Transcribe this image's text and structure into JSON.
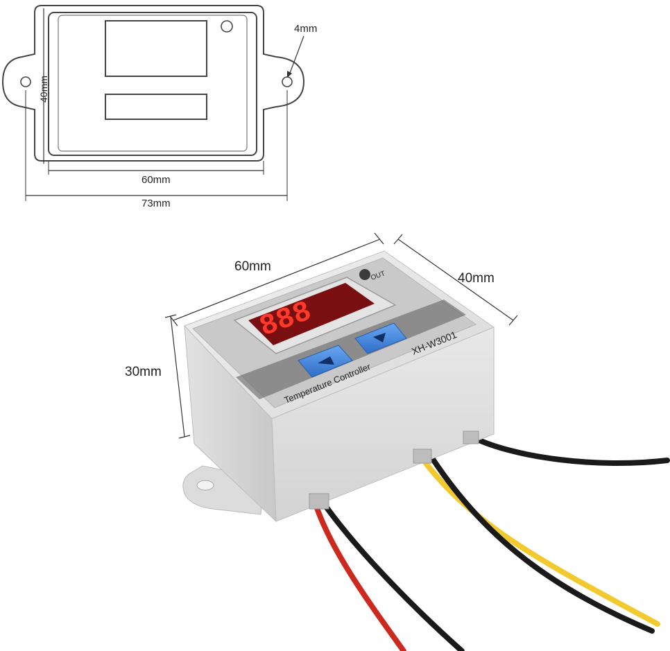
{
  "drawing": {
    "dim_hole": "4mm",
    "dim_height": "40mm",
    "dim_inner_width": "60mm",
    "dim_outer_width": "73mm"
  },
  "photo": {
    "dim_length": "60mm",
    "dim_depth": "40mm",
    "dim_height": "30mm",
    "display_value": "888",
    "model_label": "XH-W3001",
    "panel_label": "Temperature Controller",
    "indicator_label": "OUT",
    "up_button_icon": "triangle-up-icon",
    "down_button_icon": "triangle-down-icon"
  },
  "colors": {
    "housing": "#e6e6e6",
    "panel": "#c9c9c9",
    "display_bg": "#7a0f12",
    "digit": "#ff3a2a",
    "button_blue": "#4f8ee6",
    "wire_red": "#cc2a1f",
    "wire_black": "#1a1a1a",
    "wire_yellow": "#f2c92e"
  }
}
